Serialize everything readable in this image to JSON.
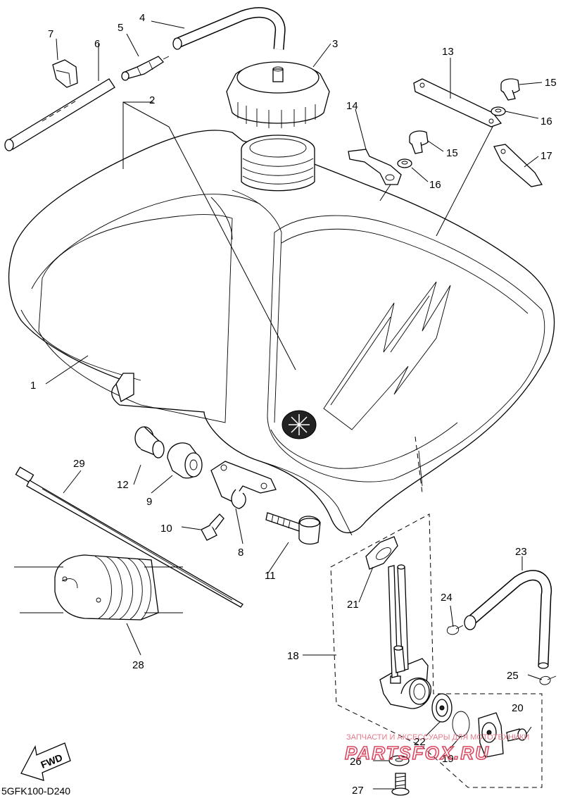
{
  "callouts": [
    {
      "id": "c1",
      "text": "1"
    },
    {
      "id": "c2",
      "text": "2"
    },
    {
      "id": "c3",
      "text": "3"
    },
    {
      "id": "c4",
      "text": "4"
    },
    {
      "id": "c5",
      "text": "5"
    },
    {
      "id": "c6",
      "text": "6"
    },
    {
      "id": "c7",
      "text": "7"
    },
    {
      "id": "c8",
      "text": "8"
    },
    {
      "id": "c9",
      "text": "9"
    },
    {
      "id": "c10",
      "text": "10"
    },
    {
      "id": "c11",
      "text": "11"
    },
    {
      "id": "c12",
      "text": "12"
    },
    {
      "id": "c13",
      "text": "13"
    },
    {
      "id": "c14",
      "text": "14"
    },
    {
      "id": "c15a",
      "text": "15"
    },
    {
      "id": "c15b",
      "text": "15"
    },
    {
      "id": "c16a",
      "text": "16"
    },
    {
      "id": "c16b",
      "text": "16"
    },
    {
      "id": "c17",
      "text": "17"
    },
    {
      "id": "c18",
      "text": "18"
    },
    {
      "id": "c19",
      "text": "19"
    },
    {
      "id": "c20",
      "text": "20"
    },
    {
      "id": "c21",
      "text": "21"
    },
    {
      "id": "c22",
      "text": "22"
    },
    {
      "id": "c23",
      "text": "23"
    },
    {
      "id": "c24",
      "text": "24"
    },
    {
      "id": "c25",
      "text": "25"
    },
    {
      "id": "c26",
      "text": "26"
    },
    {
      "id": "c27",
      "text": "27"
    },
    {
      "id": "c28",
      "text": "28"
    },
    {
      "id": "c29",
      "text": "29"
    }
  ],
  "diagram_code": "5GFK100-D240",
  "fwd_label": "FWD",
  "watermark": {
    "top_text": "ЗАПЧАСТИ И АКСЕССУАРЫ ДЛЯ МОТОТЕХНИКИ",
    "big_text": "PARTSFOX.RU"
  }
}
